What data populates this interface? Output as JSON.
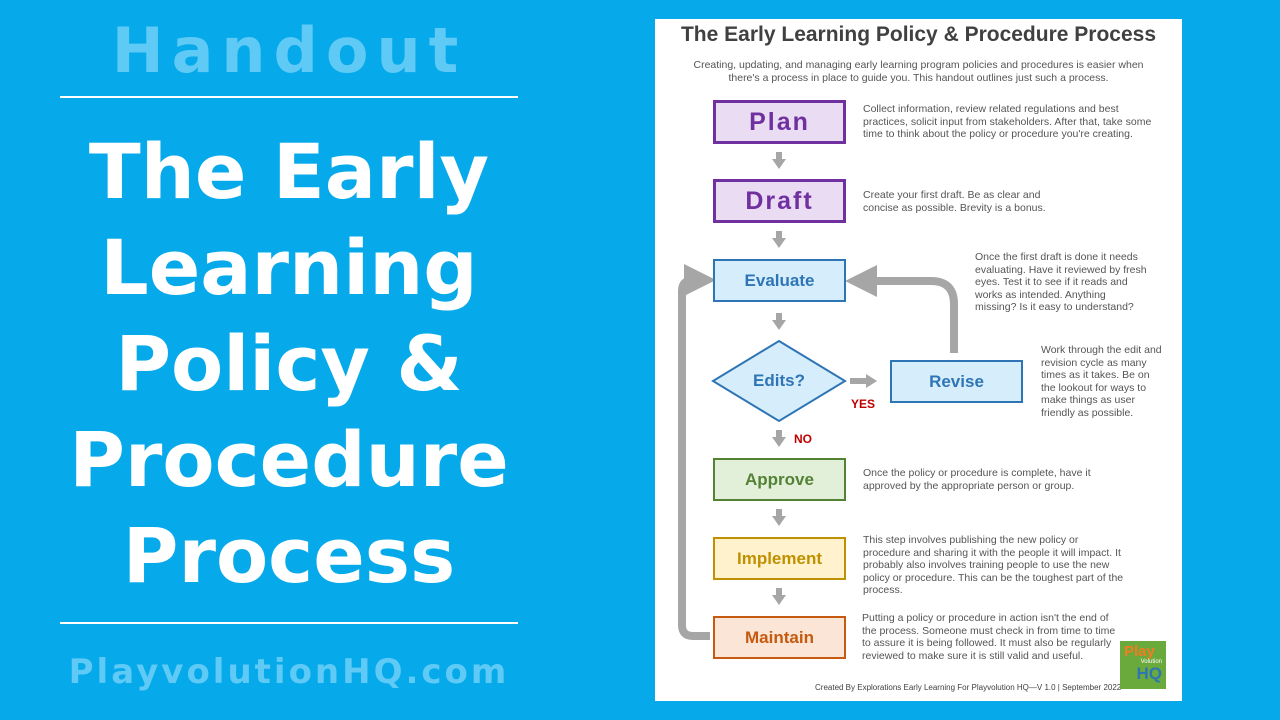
{
  "left_panel": {
    "tag": "Handout",
    "title_lines": [
      "The Early",
      "Learning",
      "Policy &",
      "Procedure",
      "Process"
    ],
    "site": "PlayvolutionHQ.com"
  },
  "document": {
    "title": "The Early Learning Policy & Procedure Process",
    "intro": "Creating, updating, and managing early learning program policies and procedures is easier when there's a process in place to guide you. This handout outlines just such a process.",
    "steps": {
      "plan": {
        "label": "Plan",
        "desc": "Collect information, review related regulations and best practices, solicit input from stakeholders. After that, take some time to think about the policy or procedure you're creating."
      },
      "draft": {
        "label": "Draft",
        "desc": "Create your first draft. Be as clear and concise as possible. Brevity is a bonus."
      },
      "evaluate": {
        "label": "Evaluate",
        "desc": "Once the first draft is done it needs evaluating. Have it reviewed by fresh eyes. Test it to see if it reads and works as intended. Anything missing? Is it easy to understand?"
      },
      "edits": {
        "label": "Edits?",
        "yes": "YES",
        "no": "NO"
      },
      "revise": {
        "label": "Revise",
        "desc": "Work through the edit and revision cycle as many times as it takes. Be on the lookout for ways to make things as user friendly as possible."
      },
      "approve": {
        "label": "Approve",
        "desc": "Once the policy or procedure is complete, have it approved by the appropriate person or group."
      },
      "implement": {
        "label": "Implement",
        "desc": "This step involves publishing the new policy or procedure and sharing it with the people it will impact. It probably also involves training people to use the new policy or procedure. This can be the toughest part of the process."
      },
      "maintain": {
        "label": "Maintain",
        "desc": "Putting a policy or procedure in action isn't the end of the process. Someone must check in from time to time to assure it is being followed. It must also be regularly reviewed to make sure it is still valid and useful."
      }
    },
    "footer": "Created By Explorations Early Learning For Playvolution HQ—V 1.0 | September 2022",
    "logo": {
      "line1": "Play",
      "line2": "Volution",
      "line3": "HQ"
    }
  },
  "colors": {
    "background": "#06a9ea",
    "purple": "#7030a0",
    "blue": "#2e75b6",
    "green": "#548235",
    "gold": "#bf9000",
    "orange": "#c55a11",
    "yes_no": "#c00000",
    "arrow_gray": "#a6a6a6"
  }
}
